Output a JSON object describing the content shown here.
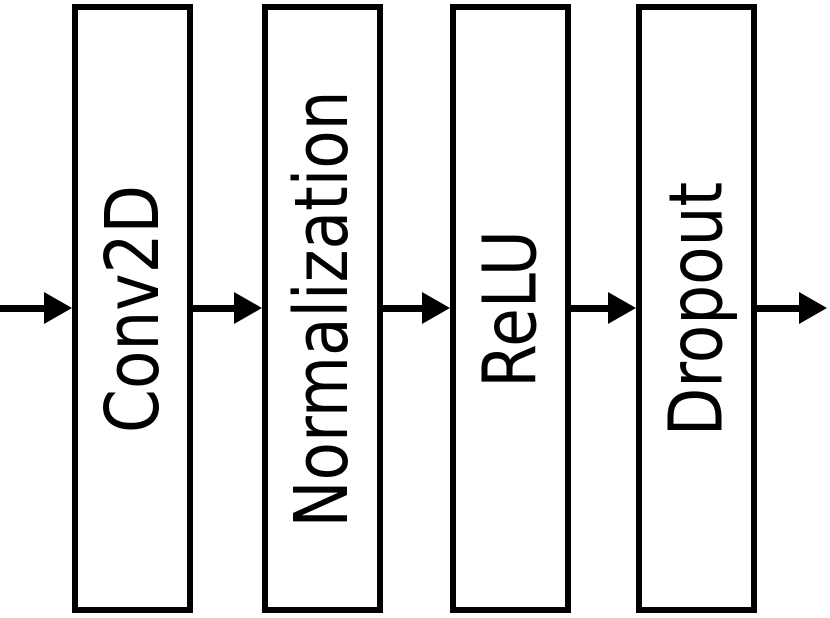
{
  "diagram": {
    "type": "pipeline-flow",
    "direction": "left-to-right",
    "layers": [
      {
        "label": "Conv2D"
      },
      {
        "label": "Normalization"
      },
      {
        "label": "ReLU"
      },
      {
        "label": "Dropout"
      }
    ],
    "arrows": [
      {
        "name": "input-arrow"
      },
      {
        "name": "conv2d-to-normalization-arrow"
      },
      {
        "name": "normalization-to-relu-arrow"
      },
      {
        "name": "relu-to-dropout-arrow"
      },
      {
        "name": "output-arrow"
      }
    ],
    "colors": {
      "background": "#ffffff",
      "box_fill": "#ffffff",
      "box_border": "#000000",
      "arrow": "#000000",
      "text": "#000000"
    }
  }
}
